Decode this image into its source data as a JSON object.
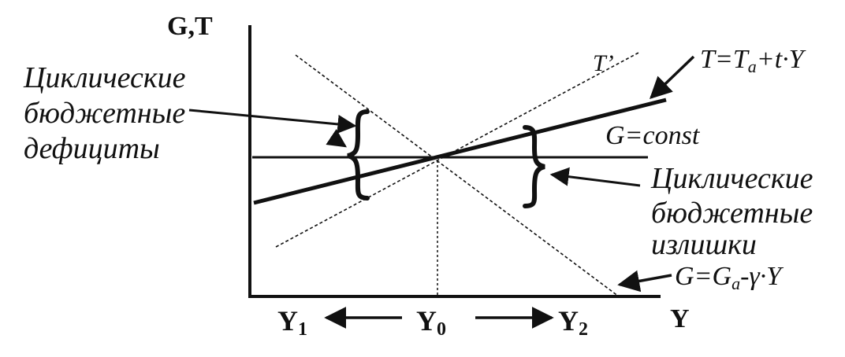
{
  "axes": {
    "y_label": "G,T",
    "x_label": "Y",
    "y1": "Y",
    "y1_sub": "1",
    "y0": "Y",
    "y0_sub": "0",
    "y2": "Y",
    "y2_sub": "2"
  },
  "curves": {
    "t_prime": "T’",
    "tax_formula": {
      "p1": "T=T",
      "sub_a": "a",
      "p2": "+t·Y"
    },
    "g_const": "G=const",
    "g_formula": {
      "p1": "G=G",
      "sub_a": "a",
      "p2": "-γ·Y"
    }
  },
  "annotations": {
    "deficits": [
      "Циклические",
      "бюджетные",
      "дефициты"
    ],
    "surpluses": [
      "Циклические",
      "бюджетные",
      "излишки"
    ]
  },
  "colors": {
    "ink": "#111111",
    "background": "#ffffff"
  }
}
